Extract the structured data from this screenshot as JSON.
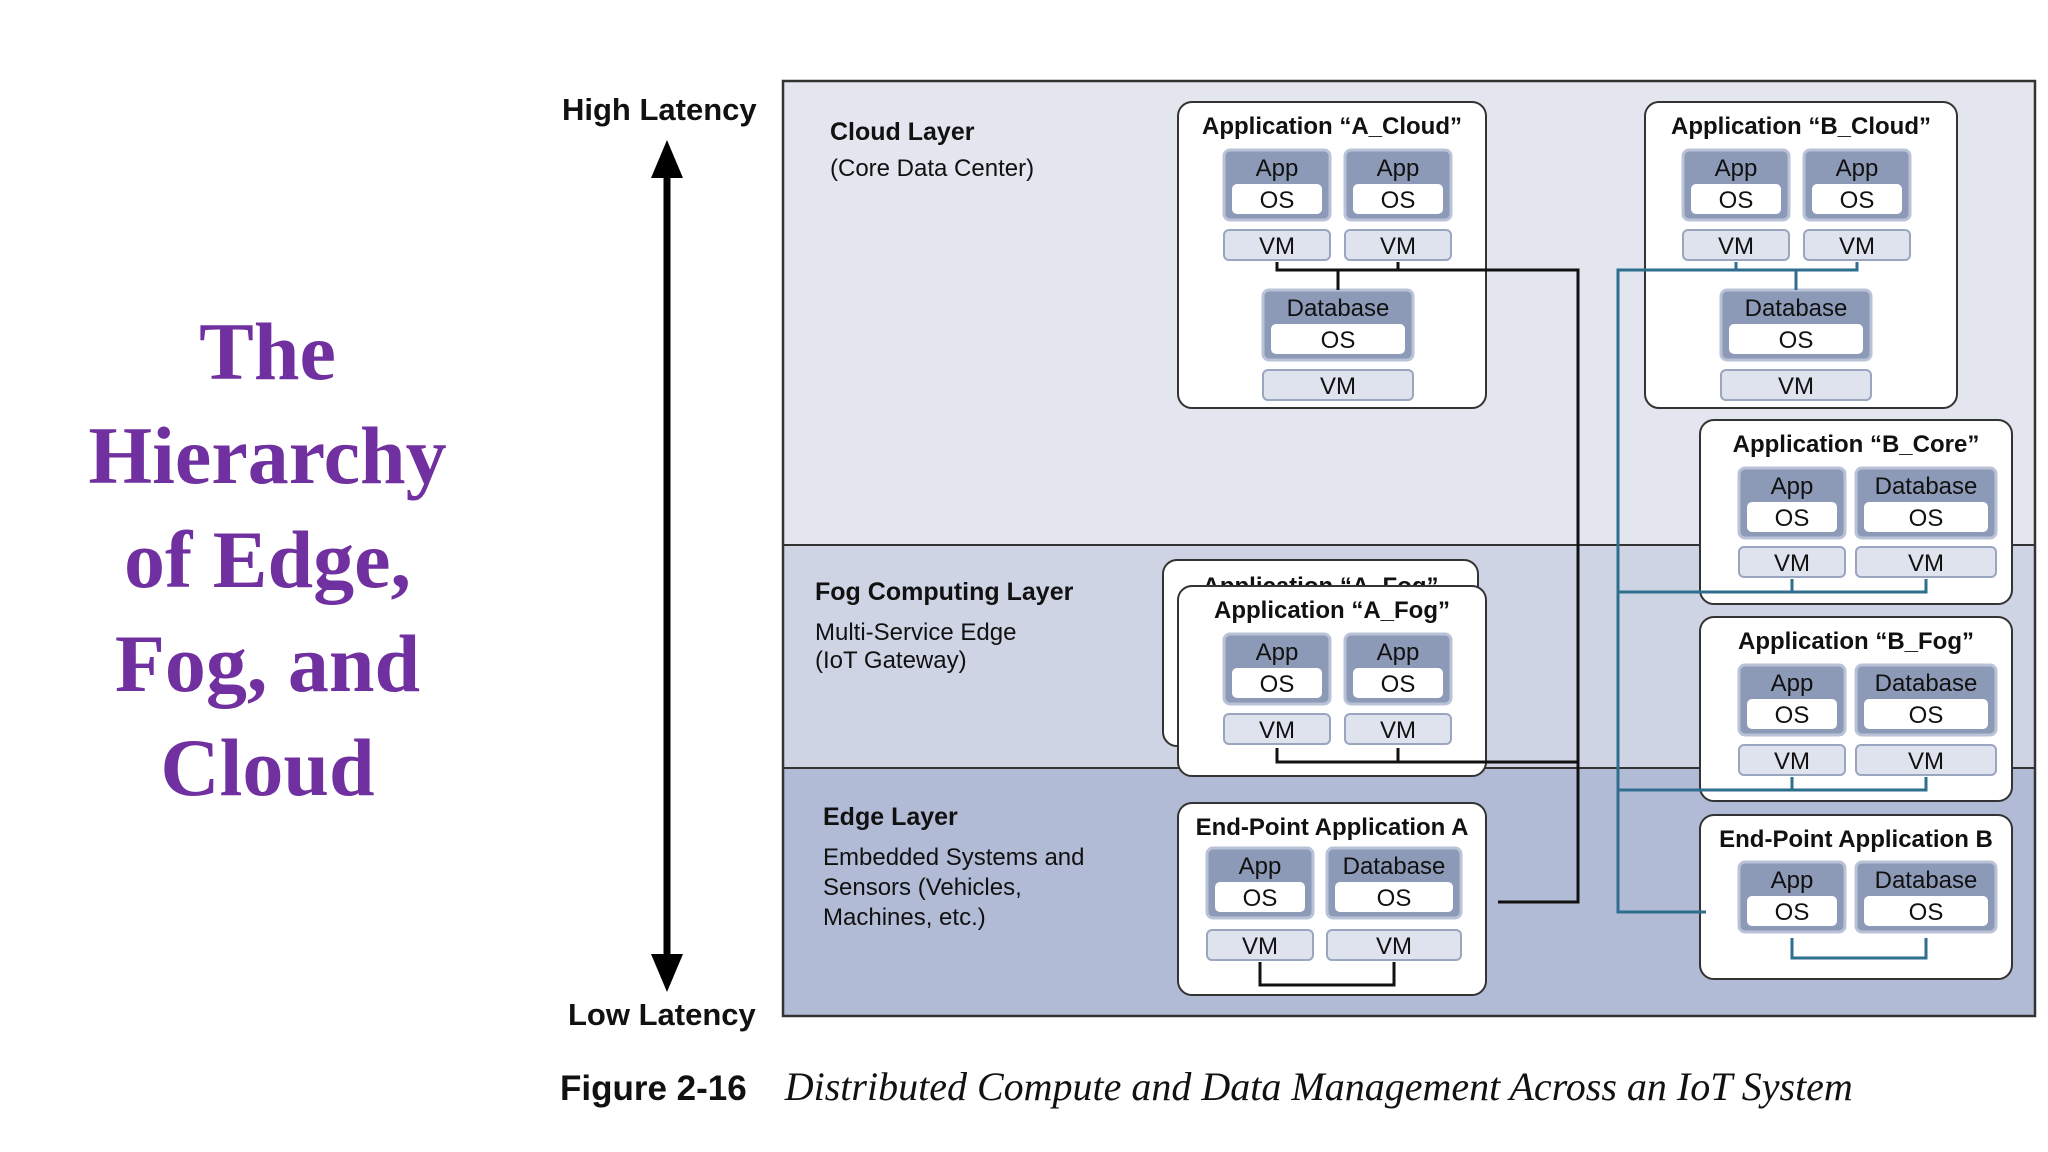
{
  "title_lines": [
    "The",
    "Hierarchy",
    "of Edge,",
    "Fog, and",
    "Cloud"
  ],
  "latency": {
    "high": "High Latency",
    "low": "Low Latency"
  },
  "layers": [
    {
      "name": "Cloud Layer",
      "desc": [
        "(Core Data Center)"
      ]
    },
    {
      "name": "Fog Computing Layer",
      "desc": [
        "Multi-Service Edge",
        "(IoT Gateway)"
      ]
    },
    {
      "name": "Edge Layer",
      "desc": [
        "Embedded Systems and",
        "Sensors (Vehicles,",
        "Machines, etc.)"
      ]
    }
  ],
  "labels": {
    "app": "App",
    "os": "OS",
    "vm": "VM",
    "database": "Database"
  },
  "applications": [
    {
      "id": "a-cloud",
      "title": "Application “A_Cloud”"
    },
    {
      "id": "b-cloud",
      "title": "Application “B_Cloud”"
    },
    {
      "id": "b-core",
      "title": "Application “B_Core”"
    },
    {
      "id": "a-fog-back",
      "title": "Application “A_Fog”"
    },
    {
      "id": "a-fog",
      "title": "Application “A_Fog”"
    },
    {
      "id": "b-fog",
      "title": "Application “B_Fog”"
    },
    {
      "id": "endpoint-a",
      "title": "End-Point Application A"
    },
    {
      "id": "endpoint-b",
      "title": "End-Point Application B"
    }
  ],
  "caption": {
    "figure": "Figure 2-16",
    "text": "Distributed Compute and Data Management Across an IoT System"
  },
  "colors": {
    "title": "#7030a0",
    "cloud_layer": "#e3e5ef",
    "fog_layer": "#cfd4e4",
    "edge_layer": "#b1bbd5",
    "app_header": "#8c9ab8",
    "connector_a": "#111111",
    "connector_b": "#2e6e8e"
  }
}
